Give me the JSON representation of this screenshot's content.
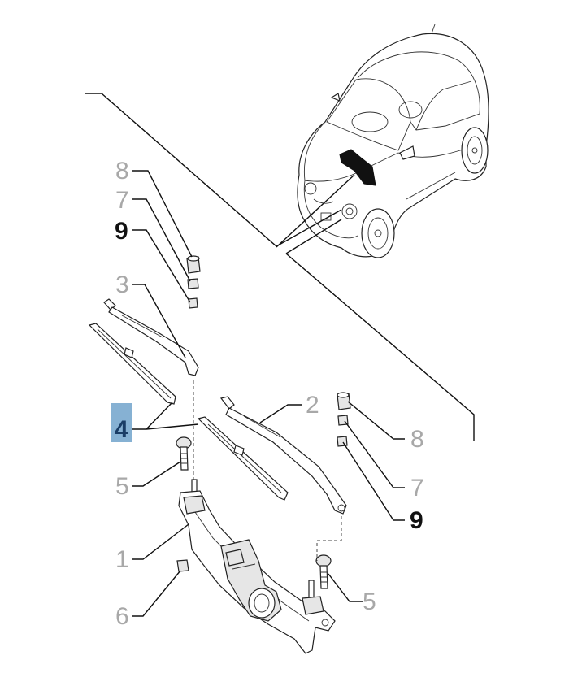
{
  "highlight_color": "#86b1d3",
  "callouts": {
    "c8_left": "8",
    "c7_left": "7",
    "c9_left": "9",
    "c3": "3",
    "c4": "4",
    "c5_left": "5",
    "c1": "1",
    "c6": "6",
    "c2": "2",
    "c8_right": "8",
    "c7_right": "7",
    "c9_right": "9",
    "c5_right": "5"
  }
}
